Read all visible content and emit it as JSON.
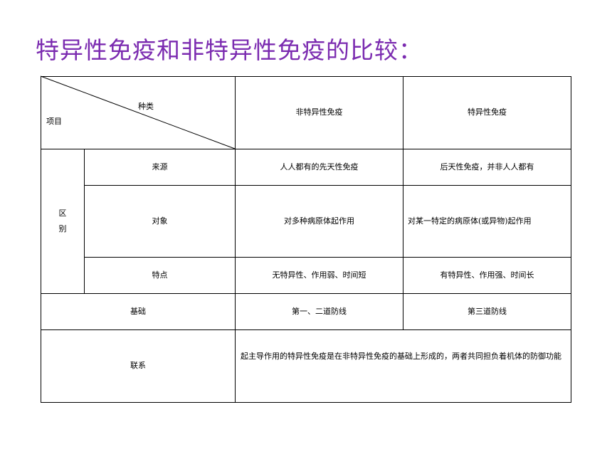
{
  "title": "特异性免疫和非特异性免疫的比较：",
  "table": {
    "header": {
      "diag_top": "种类",
      "diag_bottom": "项目",
      "col1": "非特异性免疫",
      "col2": "特异性免疫"
    },
    "group_label": "区别",
    "rows": [
      {
        "label": "来源",
        "nonspecific": "人人都有的先天性免疫",
        "specific": "后天性免疫，并非人人都有"
      },
      {
        "label": "对象",
        "nonspecific": "对多种病原体起作用",
        "specific": "对某一特定的病原体(或异物)起作用"
      },
      {
        "label": "特点",
        "nonspecific": "无特异性、作用弱、时间短",
        "specific": "有特异性、作用强、时间长"
      }
    ],
    "basis": {
      "label": "基础",
      "nonspecific": "第一、二道防线",
      "specific": "第三道防线"
    },
    "relation": {
      "label": "联系",
      "text": "起主导作用的特异性免疫是在非特异性免疫的基础上形成的，两者共同担负着机体的防御功能"
    }
  }
}
